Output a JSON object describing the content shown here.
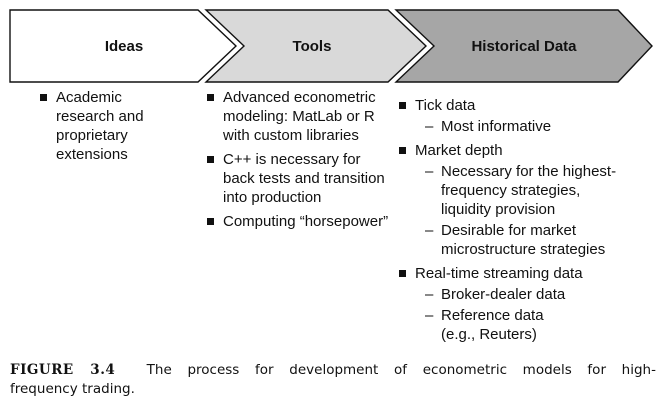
{
  "stages": [
    {
      "title": "Ideas",
      "fill": "#ffffff",
      "items": [
        {
          "lines": [
            "Academic",
            "research and",
            "proprietary",
            "extensions"
          ],
          "subitems": []
        }
      ]
    },
    {
      "title": "Tools",
      "fill": "#d9d9d9",
      "items": [
        {
          "lines": [
            "Advanced econometric",
            "modeling: MatLab or R",
            "with custom libraries"
          ],
          "subitems": []
        },
        {
          "lines": [
            "C++ is necessary for",
            "back tests and transition",
            "into production"
          ],
          "subitems": []
        },
        {
          "lines": [
            "Computing “horsepower”"
          ],
          "subitems": []
        }
      ]
    },
    {
      "title": "Historical Data",
      "fill": "#a6a6a6",
      "items": [
        {
          "lines": [
            "Tick data"
          ],
          "subitems": [
            {
              "lines": [
                "Most informative"
              ]
            }
          ]
        },
        {
          "lines": [
            "Market depth"
          ],
          "subitems": [
            {
              "lines": [
                "Necessary for the highest-",
                "frequency strategies,",
                "liquidity provision"
              ]
            },
            {
              "lines": [
                "Desirable for market",
                "microstructure strategies"
              ]
            }
          ]
        },
        {
          "lines": [
            "Real-time streaming data"
          ],
          "subitems": [
            {
              "lines": [
                "Broker-dealer data"
              ]
            },
            {
              "lines": [
                "Reference data",
                "(e.g., Reuters)"
              ]
            }
          ]
        }
      ]
    }
  ],
  "caption": {
    "label": "FIGURE 3.4",
    "line1": "The process for development of econometric models for high-",
    "line2": "frequency trading."
  }
}
